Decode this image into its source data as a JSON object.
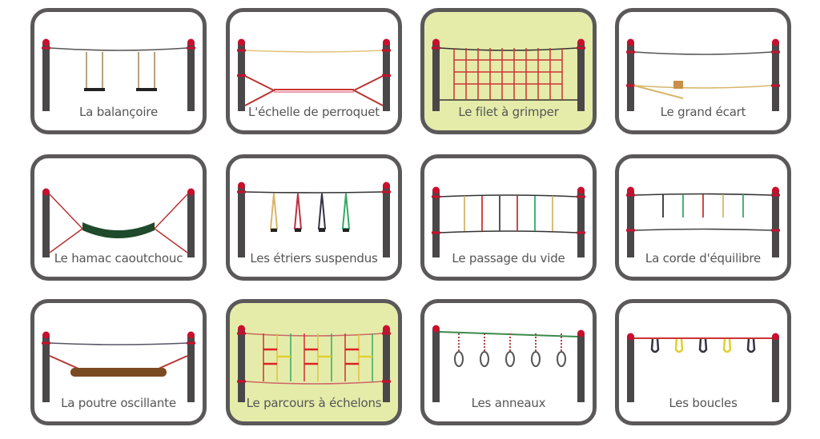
{
  "colors": {
    "border": "#5b5859",
    "highlight": "#e5ecaa",
    "post": "#4a4748",
    "cap": "#c8102e"
  },
  "cards": [
    {
      "label": "La balançoire",
      "illustration": "swing",
      "highlighted": false
    },
    {
      "label": "L'échelle de perroquet",
      "illustration": "parrot-ladder",
      "highlighted": false
    },
    {
      "label": "Le filet à grimper",
      "illustration": "climbing-net",
      "highlighted": true
    },
    {
      "label": "Le grand écart",
      "illustration": "big-split",
      "highlighted": false
    },
    {
      "label": "Le hamac caoutchouc",
      "illustration": "rubber-hammock",
      "highlighted": false
    },
    {
      "label": "Les étriers suspendus",
      "illustration": "hanging-stirrups",
      "highlighted": false
    },
    {
      "label": "Le passage du vide",
      "illustration": "void-crossing",
      "highlighted": false
    },
    {
      "label": "La corde d'équilibre",
      "illustration": "balance-rope",
      "highlighted": false
    },
    {
      "label": "La poutre oscillante",
      "illustration": "swinging-beam",
      "highlighted": false
    },
    {
      "label": "Le parcours à échelons",
      "illustration": "rung-course",
      "highlighted": true
    },
    {
      "label": "Les anneaux",
      "illustration": "rings",
      "highlighted": false
    },
    {
      "label": "Les boucles",
      "illustration": "loops",
      "highlighted": false
    }
  ]
}
